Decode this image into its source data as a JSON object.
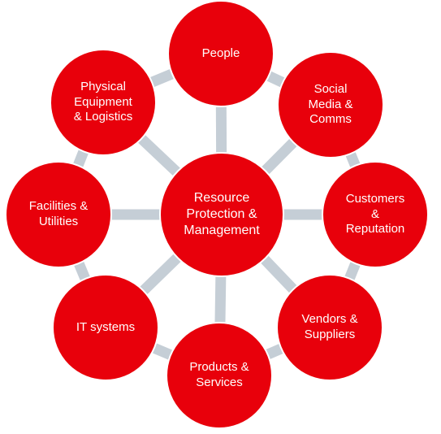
{
  "colors": {
    "node_fill": "#e8000b",
    "node_stroke": "#ffffff",
    "connector": "#c5ced6",
    "text": "#ffffff"
  },
  "center": {
    "label": "Resource\nProtection &\nManagement"
  },
  "nodes": [
    {
      "id": "people",
      "label": "People"
    },
    {
      "id": "social-media-comms",
      "label": "Social\nMedia &\nComms"
    },
    {
      "id": "customers-reputation",
      "label": "Customers\n&\nReputation"
    },
    {
      "id": "vendors-suppliers",
      "label": "Vendors &\nSuppliers"
    },
    {
      "id": "products-services",
      "label": "Products &\nServices"
    },
    {
      "id": "it-systems",
      "label": "IT systems"
    },
    {
      "id": "facilities-utilities",
      "label": "Facilities &\nUtilities"
    },
    {
      "id": "physical-equipment-logistics",
      "label": "Physical\nEquipment\n& Logistics"
    }
  ]
}
